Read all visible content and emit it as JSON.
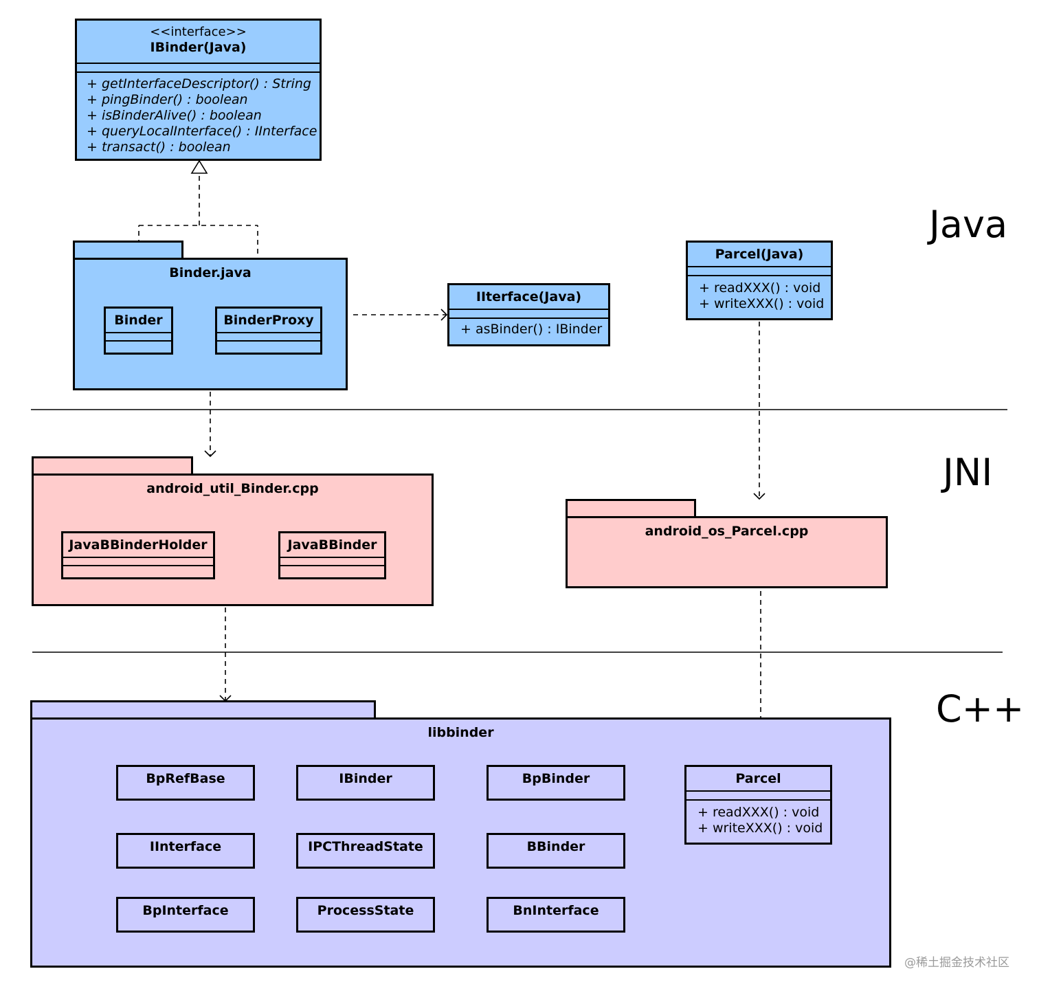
{
  "layers": {
    "java": "Java",
    "jni": "JNI",
    "cpp": "C++"
  },
  "ibinder_java": {
    "stereotype": "<<interface>>",
    "name": "IBinder(Java)",
    "operations": [
      "+ getInterfaceDescriptor() : String",
      "+ pingBinder() : boolean",
      "+ isBinderAlive() : boolean",
      "+ queryLocalInterface() : IInterface",
      "+ transact() : boolean"
    ]
  },
  "binder_java_pkg": {
    "name": "Binder.java",
    "classes": [
      "Binder",
      "BinderProxy"
    ]
  },
  "iinterface_java": {
    "name": "IIterface(Java)",
    "operations": [
      "+ asBinder() : IBinder"
    ]
  },
  "parcel_java": {
    "name": "Parcel(Java)",
    "operations": [
      "+ readXXX() : void",
      "+ writeXXX() : void"
    ]
  },
  "jni_binder_pkg": {
    "name": "android_util_Binder.cpp",
    "classes": [
      "JavaBBinderHolder",
      "JavaBBinder"
    ]
  },
  "jni_parcel_pkg": {
    "name": "android_os_Parcel.cpp"
  },
  "libbinder_pkg": {
    "name": "libbinder",
    "classes": [
      "BpRefBase",
      "IBinder",
      "BpBinder",
      "IInterface",
      "IPCThreadState",
      "BBinder",
      "BpInterface",
      "ProcessState",
      "BnInterface"
    ]
  },
  "parcel_cpp": {
    "name": "Parcel",
    "operations": [
      "+ readXXX() : void",
      "+ writeXXX() : void"
    ]
  },
  "watermark": "@稀土掘金技术社区",
  "colors": {
    "java": "#99ccff",
    "jni": "#ffcccc",
    "cpp": "#ccccff"
  }
}
